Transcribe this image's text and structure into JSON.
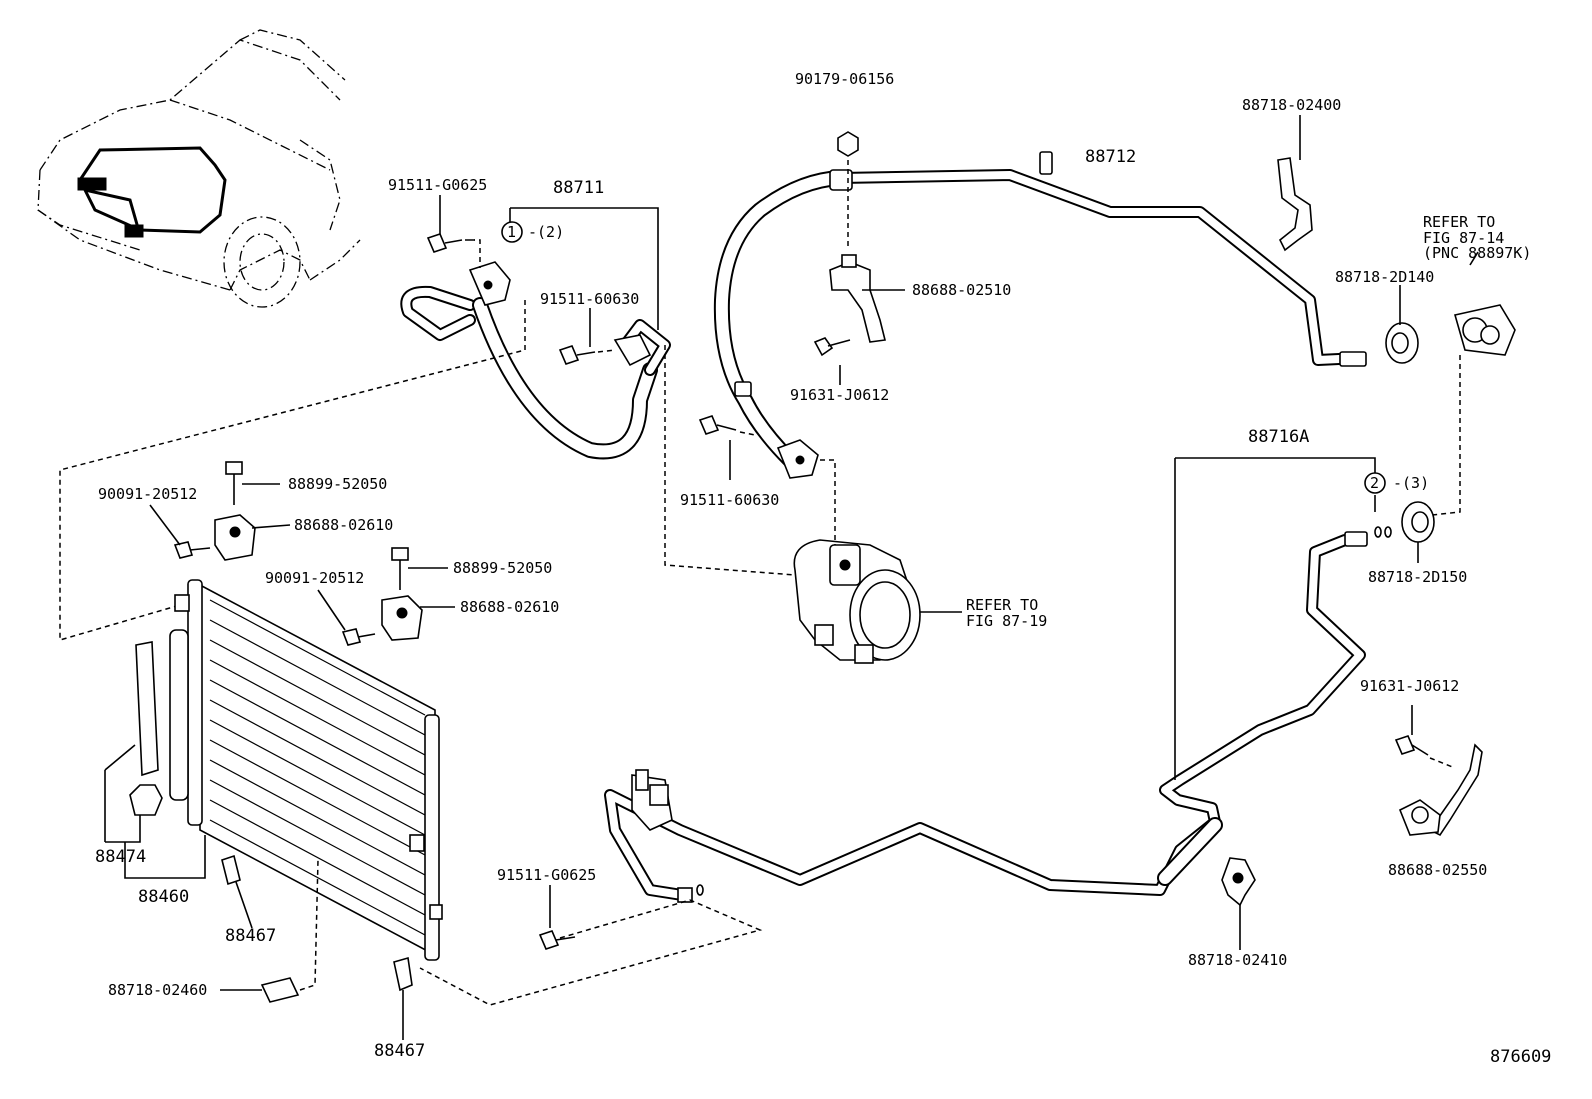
{
  "diagram_id": "876609",
  "labels": {
    "p_90179_06156": "90179-06156",
    "p_88712": "88712",
    "p_88718_02400": "88718-02400",
    "p_91511_G0625_top": "91511-G0625",
    "p_88711": "88711",
    "callout_1_qty": "-(2)",
    "callout_1": "1",
    "p_91511_60630_a": "91511-60630",
    "p_88688_02510": "88688-02510",
    "p_91631_J0612_top": "91631-J0612",
    "refer_8714_l1": "REFER TO",
    "refer_8714_l2": "FIG 87-14",
    "refer_8714_l3": "(PNC 88897K)",
    "p_88718_2D140": "88718-2D140",
    "p_88716A": "88716A",
    "callout_2": "2",
    "callout_2_qty": "-(3)",
    "p_88718_2D150": "88718-2D150",
    "p_91511_60630_b": "91511-60630",
    "p_90091_20512_a": "90091-20512",
    "p_88899_52050_a": "88899-52050",
    "p_88688_02610_a": "88688-02610",
    "p_90091_20512_b": "90091-20512",
    "p_88899_52050_b": "88899-52050",
    "p_88688_02610_b": "88688-02610",
    "refer_8719_l1": "REFER TO",
    "refer_8719_l2": "FIG 87-19",
    "p_91631_J0612_right": "91631-J0612",
    "p_88688_02550": "88688-02550",
    "p_88474": "88474",
    "p_88460": "88460",
    "p_88467_a": "88467",
    "p_91511_G0625_bottom": "91511-G0625",
    "p_88718_02460": "88718-02460",
    "p_88467_b": "88467",
    "p_88718_02410": "88718-02410"
  }
}
